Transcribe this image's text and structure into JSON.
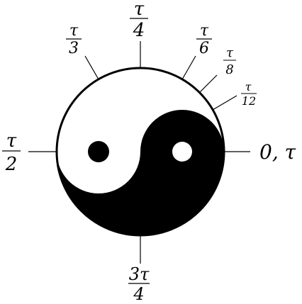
{
  "diagram": {
    "colors": {
      "dark": "#000000",
      "light": "#ffffff",
      "outline": "#000000"
    },
    "labels": {
      "zero": "0, τ",
      "tau_12_num": "τ",
      "tau_12_den": "12",
      "tau_8_num": "τ",
      "tau_8_den": "8",
      "tau_6_num": "τ",
      "tau_6_den": "6",
      "tau_4_num": "τ",
      "tau_4_den": "4",
      "tau_3_num": "τ",
      "tau_3_den": "3",
      "tau_2_num": "τ",
      "tau_2_den": "2",
      "tau_3_4_num": "3τ",
      "tau_3_4_den": "4"
    }
  }
}
